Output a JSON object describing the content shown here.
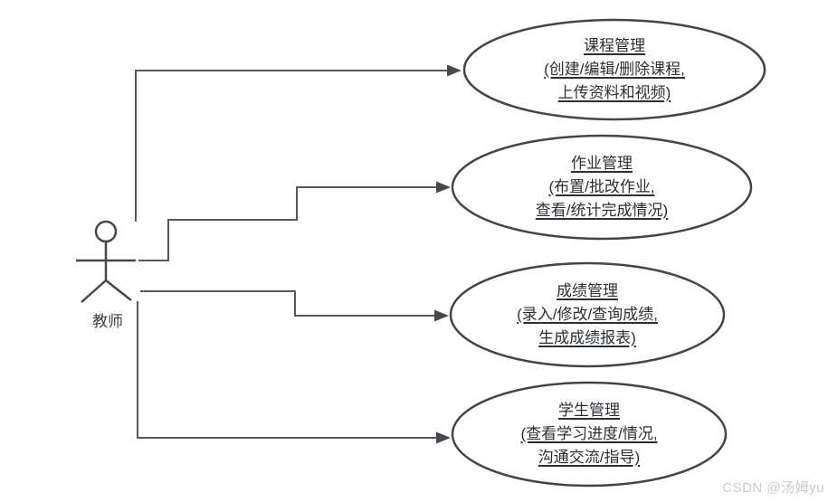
{
  "diagram": {
    "type": "uml-use-case",
    "actor": {
      "label": "教师"
    },
    "usecases": [
      {
        "id": "course",
        "title": "课程管理",
        "line2": "(创建/编辑/删除课程,",
        "line3": "上传资料和视频)"
      },
      {
        "id": "homework",
        "title": "作业管理",
        "line2": "(布置/批改作业,",
        "line3": "查看/统计完成情况)"
      },
      {
        "id": "grade",
        "title": "成绩管理",
        "line2": "(录入/修改/查询成绩,",
        "line3": "生成成绩报表)"
      },
      {
        "id": "student",
        "title": "学生管理",
        "line2": "(查看学习进度/情况,",
        "line3": "沟通交流/指导)"
      }
    ],
    "watermark": "CSDN @汤姆yu",
    "colors": {
      "background": "#ffffff",
      "connector_stroke": "#55595d",
      "ellipse_stroke": "#3f464c",
      "text": "#2c3034",
      "watermark_text": "#c6cbd0"
    }
  }
}
